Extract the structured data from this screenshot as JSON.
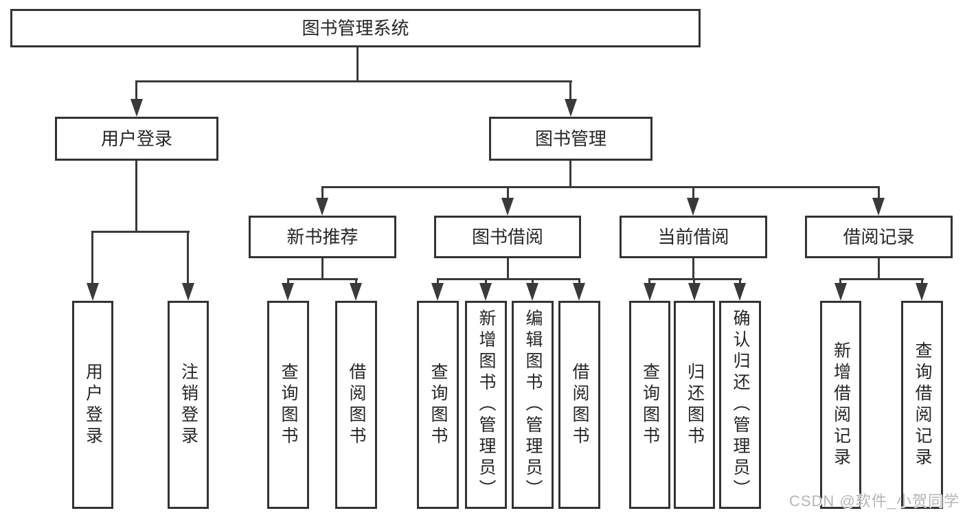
{
  "tree": {
    "root": {
      "label": "图书管理系统"
    },
    "login": {
      "label": "用户登录",
      "children": [
        {
          "label": "用户登录"
        },
        {
          "label": "注销登录"
        }
      ]
    },
    "manage": {
      "label": "图书管理",
      "modules": [
        {
          "label": "新书推荐",
          "children": [
            {
              "label": "查询图书"
            },
            {
              "label": "借阅图书"
            }
          ]
        },
        {
          "label": "图书借阅",
          "children": [
            {
              "label": "查询图书"
            },
            {
              "label": "新增图书（管理员）"
            },
            {
              "label": "编辑图书（管理员）"
            },
            {
              "label": "借阅图书"
            }
          ]
        },
        {
          "label": "当前借阅",
          "children": [
            {
              "label": "查询图书"
            },
            {
              "label": "归还图书"
            },
            {
              "label": "确认归还（管理员）"
            }
          ]
        },
        {
          "label": "借阅记录",
          "children": [
            {
              "label": "新增借阅记录"
            },
            {
              "label": "查询借阅记录"
            }
          ]
        }
      ]
    }
  },
  "watermark": "CSDN @软件_小贺同学",
  "colors": {
    "background": "#ffffff",
    "line": "#3a3a3a",
    "box_border": "#333333",
    "text": "#262626",
    "watermark": "#b5b5b5"
  }
}
